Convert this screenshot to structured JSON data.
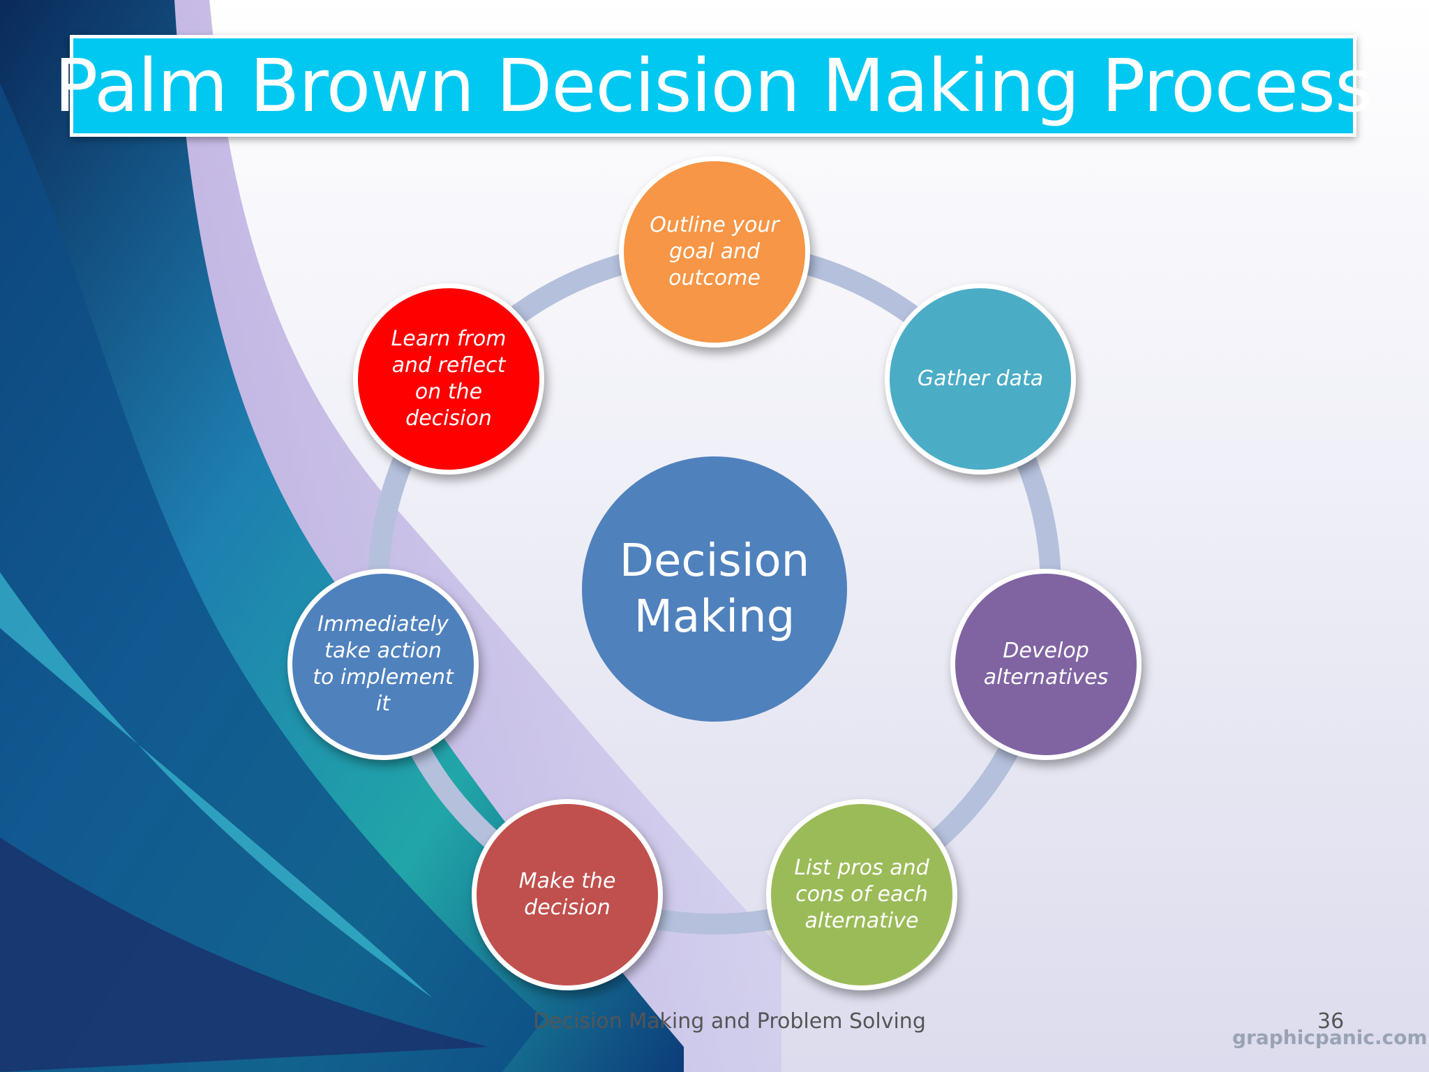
{
  "slide": {
    "title": "Palm Brown Decision Making Process",
    "footer": "Decision Making and Problem Solving",
    "page_number": "36",
    "watermark": "graphicpanic.com"
  },
  "diagram": {
    "center": {
      "line1": "Decision",
      "line2": "Making",
      "color": "#4f81bd"
    },
    "ring_color": "#b4c0dc",
    "steps": [
      {
        "label": "Outline your goal and outcome",
        "color": "#f79646"
      },
      {
        "label": "Gather data",
        "color": "#4bacc6"
      },
      {
        "label": "Develop alternatives",
        "color": "#8064a2"
      },
      {
        "label": "List pros and cons of each alternative",
        "color": "#9bbb59"
      },
      {
        "label": "Make the decision",
        "color": "#c0504d"
      },
      {
        "label": "Immediately take action to implement it",
        "color": "#4f81bd"
      },
      {
        "label": "Learn from and reflect on the decision",
        "color": "#ff0000"
      }
    ]
  }
}
